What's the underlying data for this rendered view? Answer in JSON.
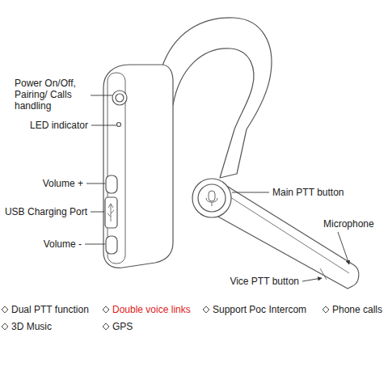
{
  "diagram": {
    "labels": [
      "Power On/Off, Pairing/ Calls handling",
      "LED indicator",
      "Volume +",
      "USB Charging Port",
      "Volume -",
      "Main PTT button",
      "Microphone",
      "Vice PTT button",
      "Dual PTT function",
      "Double voice links",
      "Support Poc Intercom",
      "Phone calls",
      "3D Music",
      "GPS"
    ]
  }
}
